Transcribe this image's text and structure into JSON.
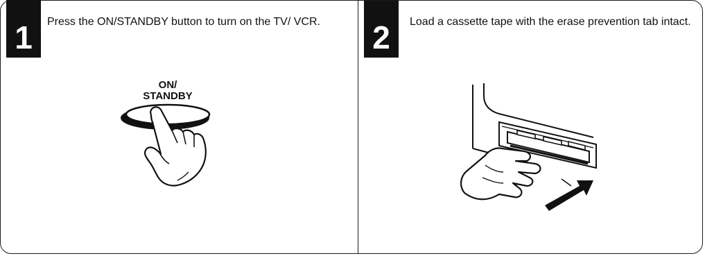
{
  "steps": [
    {
      "number": "1",
      "instruction": "Press the ON/STANDBY button to turn on the TV/ VCR.",
      "illustration_label_line1": "ON/",
      "illustration_label_line2": "STANDBY"
    },
    {
      "number": "2",
      "instruction": "Load a cassette tape with the erase prevention tab intact."
    }
  ],
  "icons": {
    "step1_illustration": "finger-pressing-button-icon",
    "step2_illustration": "hand-inserting-cassette-icon"
  },
  "colors": {
    "ink": "#111111",
    "paper": "#ffffff"
  }
}
